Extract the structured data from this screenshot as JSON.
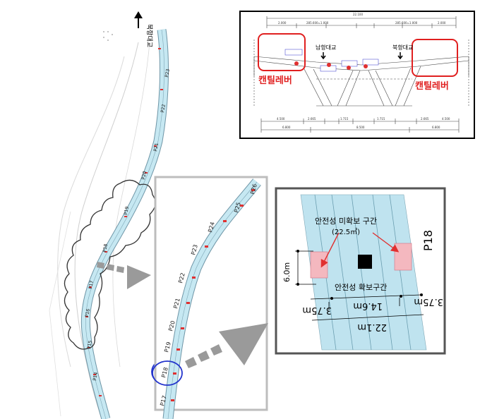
{
  "north_label": "북항대교",
  "piers_main": [
    "P23",
    "P22",
    "P21",
    "P20",
    "P19",
    "P18",
    "P17",
    "P16",
    "P15",
    "P14"
  ],
  "piers_zoom": [
    "P26",
    "P25",
    "P24",
    "P23",
    "P22",
    "P21",
    "P20",
    "P19",
    "P18",
    "P17"
  ],
  "section": {
    "left_bridge": "남항대교",
    "right_bridge": "북항대교",
    "cantilever_left": "캔틸레버",
    "cantilever_right": "캔틸레버"
  },
  "detail": {
    "unsafe_label": "안전성 미확보 구간",
    "unsafe_area": "(22.5㎡)",
    "safe_label": "안전성 확보구간",
    "pier": "P18",
    "dim_height": "6.0m",
    "dim_left": "3.75m",
    "dim_mid": "14.6m",
    "dim_right": "3.75m",
    "dim_total": "22.1m"
  },
  "colors": {
    "deck": "#bfe3ef",
    "highlight": "#e03030",
    "pier_circle": "#2233cc",
    "frame": "#555555",
    "light_frame": "#bdbdbd"
  }
}
